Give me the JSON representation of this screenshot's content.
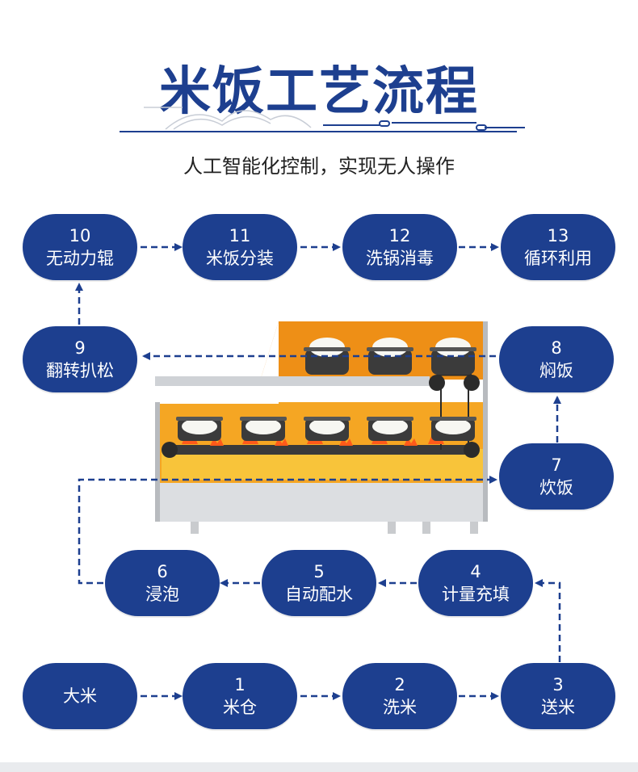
{
  "title": "米饭工艺流程",
  "subtitle": "人工智能化控制，实现无人操作",
  "colors": {
    "node": "#1d3f8f",
    "arrow": "#1d3f8f",
    "accent_orange": "#f39a1a",
    "machine_gray": "#d9dbde"
  },
  "nodes": [
    {
      "id": "rice",
      "num": "",
      "label": "大米"
    },
    {
      "id": "n1",
      "num": "1",
      "label": "米仓"
    },
    {
      "id": "n2",
      "num": "2",
      "label": "洗米"
    },
    {
      "id": "n3",
      "num": "3",
      "label": "送米"
    },
    {
      "id": "n4",
      "num": "4",
      "label": "计量充填"
    },
    {
      "id": "n5",
      "num": "5",
      "label": "自动配水"
    },
    {
      "id": "n6",
      "num": "6",
      "label": "浸泡"
    },
    {
      "id": "n7",
      "num": "7",
      "label": "炊饭"
    },
    {
      "id": "n8",
      "num": "8",
      "label": "焖饭"
    },
    {
      "id": "n9",
      "num": "9",
      "label": "翻转扒松"
    },
    {
      "id": "n10",
      "num": "10",
      "label": "无动力辊"
    },
    {
      "id": "n11",
      "num": "11",
      "label": "米饭分装"
    },
    {
      "id": "n12",
      "num": "12",
      "label": "洗锅消毒"
    },
    {
      "id": "n13",
      "num": "13",
      "label": "循环利用"
    }
  ],
  "machine_icon": "rice-cooking-line-machine"
}
